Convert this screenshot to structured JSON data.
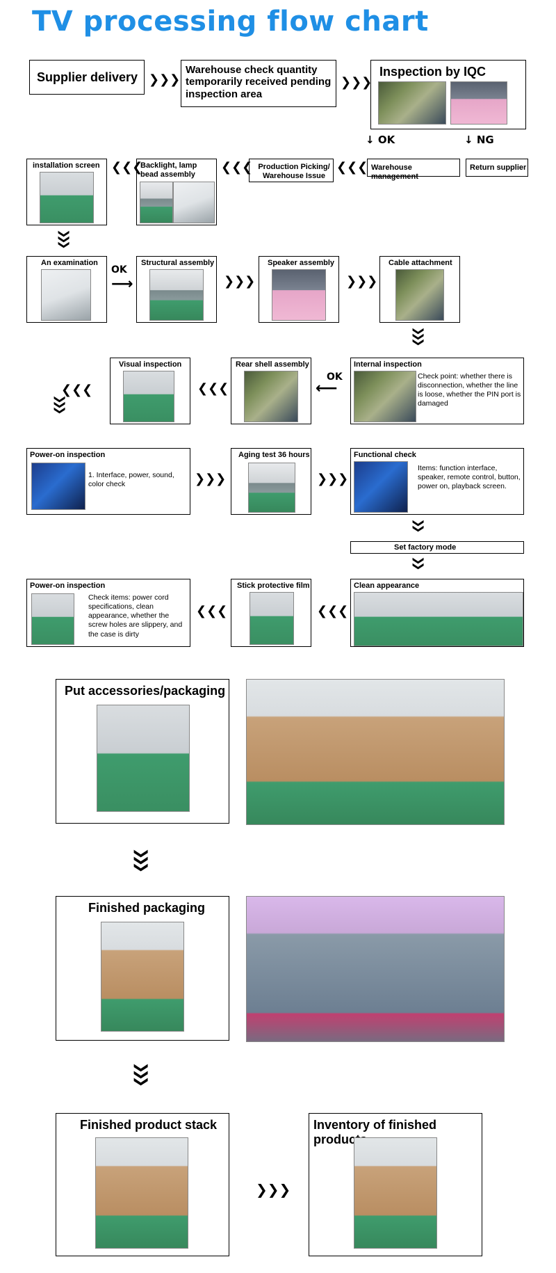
{
  "title": "TV processing flow chart",
  "steps": {
    "supplier_delivery": "Supplier delivery",
    "warehouse_check": "Warehouse check quantity temporarily received pending inspection area",
    "inspection_iqc": "Inspection by IQC",
    "ok": "OK",
    "ng": "NG",
    "warehouse_management": "Warehouse management",
    "return_supplier": "Return supplier",
    "production_picking": "Production Picking/ Warehouse Issue",
    "backlight": "Backlight, lamp bead assembly",
    "installation_screen": "installation screen",
    "an_examination": "An examination",
    "ok2": "OK",
    "structural_assembly": "Structural assembly",
    "speaker_assembly": "Speaker assembly",
    "cable_attachment": "Cable attachment",
    "internal_inspection": "Internal inspection",
    "internal_note": "Check point: whether there is disconnection, whether the line is loose, whether the PIN port is damaged",
    "ok3": "OK",
    "rear_shell_assembly": "Rear shell assembly",
    "visual_inspection": "Visual inspection",
    "power_on_1": "Power-on inspection",
    "power_on_1_note": "1. Interface, power, sound, color check",
    "aging_test": "Aging test 36 hours",
    "functional_check": "Functional check",
    "functional_note": "Items: function interface, speaker, remote control, button, power on, playback screen.",
    "set_factory_mode": "Set factory mode",
    "clean_appearance": "Clean appearance",
    "stick_film": "Stick protective film",
    "power_on_2": "Power-on inspection",
    "power_on_2_note": "Check items: power cord specifications, clean appearance, whether the screw holes are slippery, and the case is dirty",
    "accessories": "Put accessories/packaging",
    "finished_packaging": "Finished packaging",
    "finished_stack": "Finished product stack",
    "inventory": "Inventory of finished products"
  },
  "icons": [
    "triple-chevron-right-icon",
    "triple-chevron-left-icon",
    "triple-chevron-down-icon",
    "arrow-down-icon",
    "arrow-right-icon",
    "arrow-left-icon"
  ],
  "colors": {
    "title": "#1f8fe5",
    "border": "#000000"
  }
}
